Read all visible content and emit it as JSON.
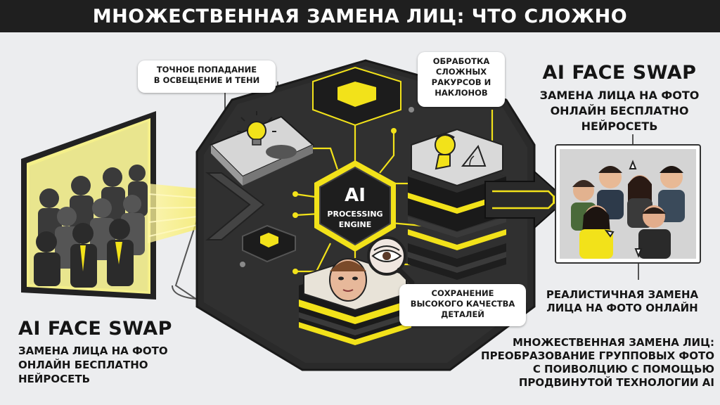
{
  "title": "МНОЖЕСТВЕННАЯ ЗАМЕНА ЛИЦ: ЧТО СЛОЖНО",
  "engine": {
    "line1": "AI",
    "line2": "PROCESSING",
    "line3": "ENGINE"
  },
  "callouts": {
    "lighting": [
      "ТОЧНОЕ ПОПАДАНИЕ",
      "В ОСВЕЩЕНИЕ И ТЕНИ"
    ],
    "angles": [
      "ОБРАБОТКА",
      "СЛОЖНЫХ",
      "РАКУРСОВ И",
      "НАКЛОНОВ"
    ],
    "details": [
      "СОХРАНЕНИЕ",
      "ВЫСОКОГО КАЧЕСТВА",
      "ДЕТАЛЕЙ"
    ]
  },
  "right_heading": {
    "title": "AI FACE SWAP",
    "sub": [
      "ЗАМЕНА ЛИЦА НА ФОТО",
      "ОНЛАЙН БЕСПЛАТНО",
      "НЕЙРОСЕТЬ"
    ]
  },
  "left_heading": {
    "title": "AI FACE SWAP",
    "sub": [
      "ЗАМЕНА ЛИЦА НА ФОТО",
      "ОНЛАЙН БЕСПЛАТНО",
      "НЕЙРОСЕТЬ"
    ]
  },
  "realistic_caption": [
    "РЕАЛИСТИЧНАЯ ЗАМЕНА",
    "ЛИЦА НА ФОТО ОНЛАЙН"
  ],
  "bottom_caption": [
    "МНОЖЕСТВЕННАЯ ЗАМЕНА ЛИЦ:",
    "ПРЕОБРАЗОВАНИЕ ГРУППОВЫХ ФОТО",
    "С ПОИВОЛЦИЮ С ПОМОЩЬЮ",
    "ПРОДВИНУТОЙ ТЕХНОЛОГИИ AI"
  ],
  "icons": [
    "lightbulb-icon",
    "profile-angle-icon",
    "magnifier-eye-icon",
    "chip-icon",
    "arrow-right-icon"
  ],
  "colors": {
    "accent": "#f2e21a",
    "dark": "#2a2a2a",
    "panel": "#1f1f1f",
    "bg": "#ecedef"
  }
}
